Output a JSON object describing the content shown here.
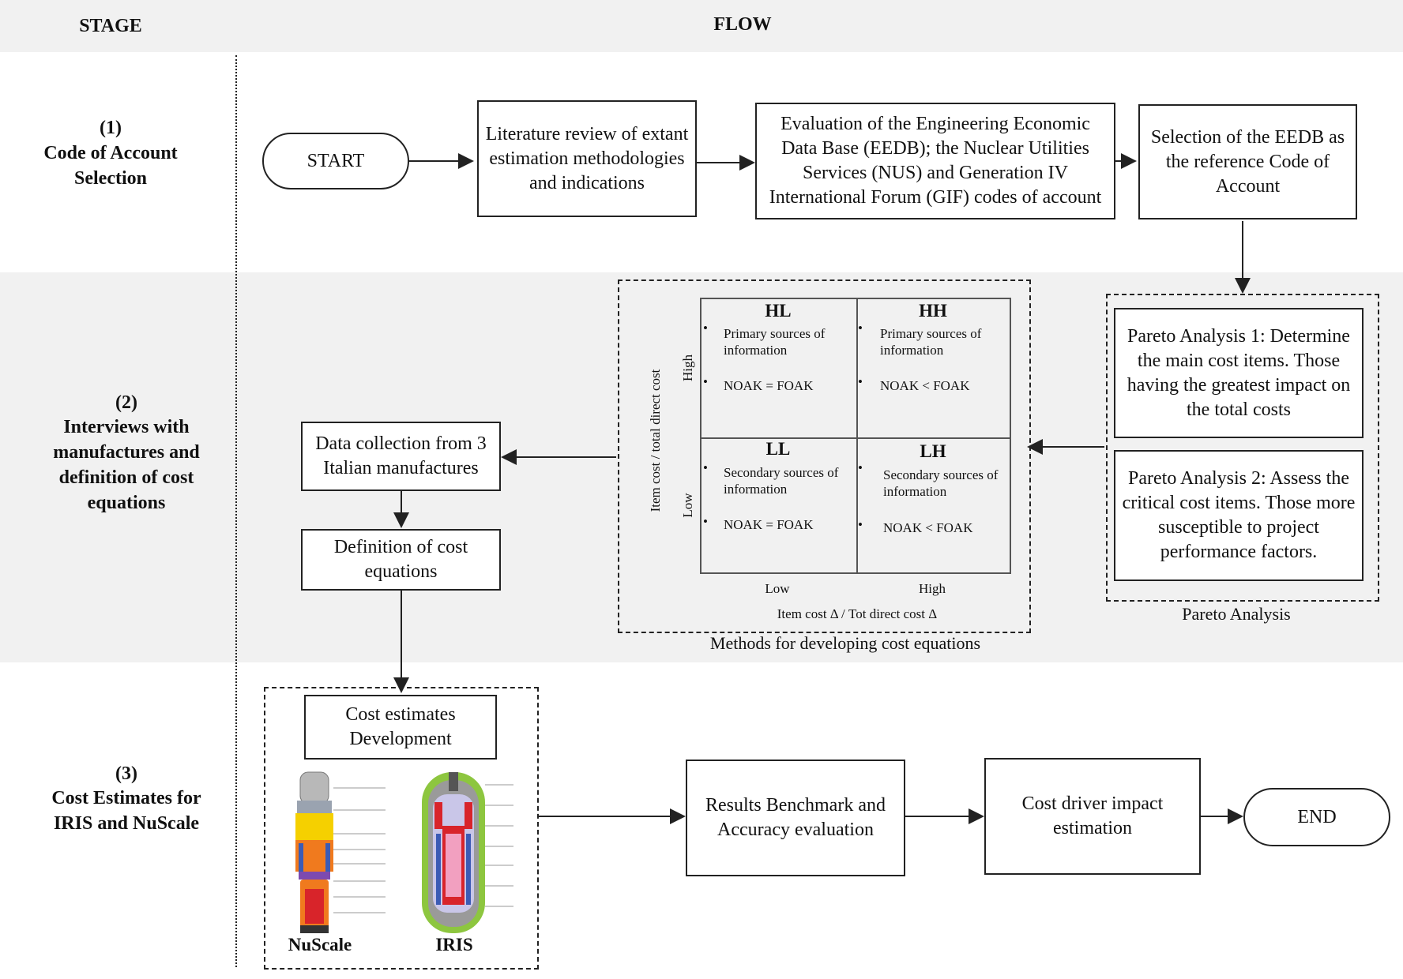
{
  "header": {
    "stage": "STAGE",
    "flow": "FLOW"
  },
  "stages": [
    {
      "num": "(1)",
      "label": "Code of Account Selection"
    },
    {
      "num": "(2)",
      "label": "Interviews with manufactures and definition of cost equations"
    },
    {
      "num": "(3)",
      "label": "Cost Estimates for IRIS and NuScale"
    }
  ],
  "nodes": {
    "start": "START",
    "literature": "Literature review of extant estimation methodologies and indications",
    "evaluation": "Evaluation of the Engineering Economic Data Base (EEDB); the Nuclear Utilities Services (NUS) and Generation IV International Forum (GIF) codes of account",
    "selection": "Selection of the EEDB as the reference Code of Account",
    "pareto1": "Pareto Analysis 1: Determine the main cost items. Those having the greatest impact on the total costs",
    "pareto2": "Pareto Analysis 2: Assess the critical cost items. Those more susceptible to project performance factors.",
    "pareto_caption": "Pareto Analysis",
    "data_collection": "Data collection from 3 Italian manufactures",
    "definition": "Definition of cost equations",
    "methods_caption": "Methods for developing cost equations",
    "cost_estimates": "Cost estimates Development",
    "nuscale": "NuScale",
    "iris": "IRIS",
    "benchmark": "Results Benchmark and Accuracy evaluation",
    "cost_driver": "Cost driver impact estimation",
    "end": "END"
  },
  "matrix": {
    "y_axis_label": "Item cost / total direct cost",
    "y_high": "High",
    "y_low": "Low",
    "x_axis_label": "Item cost Δ / Tot direct cost Δ",
    "x_low": "Low",
    "x_high": "High",
    "quadrants": {
      "HL": {
        "title": "HL",
        "source": "Primary sources of information",
        "relation": "NOAK = FOAK"
      },
      "HH": {
        "title": "HH",
        "source": "Primary sources of information",
        "relation": "NOAK < FOAK"
      },
      "LL": {
        "title": "LL",
        "source": "Secondary sources of information",
        "relation": "NOAK = FOAK"
      },
      "LH": {
        "title": "LH",
        "source": "Secondary sources of information",
        "relation": "NOAK < FOAK"
      }
    },
    "bullet": "•"
  },
  "colors": {
    "band": "#f1f1f1",
    "line": "#222222",
    "reactor_orange": "#f07a1e",
    "reactor_blue": "#3b5bb5",
    "reactor_red": "#d8242a",
    "reactor_green": "#8dc63f"
  }
}
